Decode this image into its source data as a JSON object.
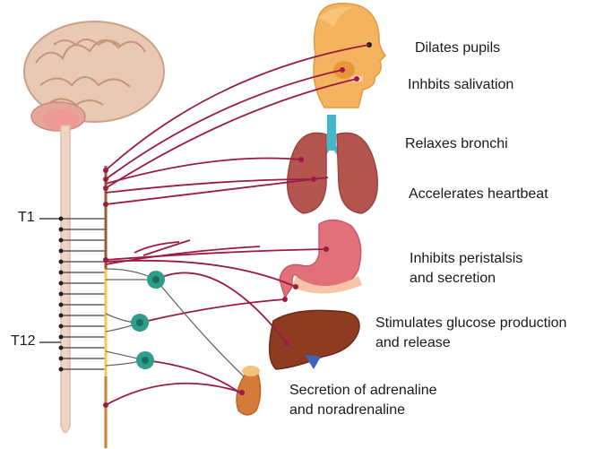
{
  "segments": {
    "t1": "T1",
    "t12": "T12"
  },
  "effects": {
    "pupils": "Dilates pupils",
    "salivation": "Inhbits salivation",
    "bronchi": "Relaxes bronchi",
    "heartbeat": "Accelerates heartbeat",
    "peristalsis_line1": "Inhibits peristalsis",
    "peristalsis_line2": "and secretion",
    "glucose_line1": "Stimulates glucose production",
    "glucose_line2": "and release",
    "adrenaline_line1": "Secretion of adrenaline",
    "adrenaline_line2": "and noradrenaline"
  },
  "colors": {
    "nerve": "#9b1b42",
    "chain": "#c8a43a",
    "ganglion": "#2e9e8a",
    "spine": "#f1d3c4",
    "skin": "#f4b35e",
    "lung": "#b4544e",
    "stomach": "#e2707a",
    "liver": "#8e3b22",
    "adrenal": "#d47a3a",
    "brain": "#e9c9b4"
  },
  "icons": [
    "brain-icon",
    "head-icon",
    "lungs-icon",
    "stomach-icon",
    "liver-icon",
    "adrenal-gland-icon"
  ]
}
